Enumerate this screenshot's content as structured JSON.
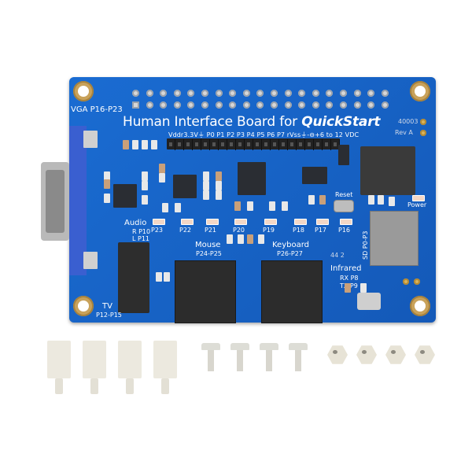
{
  "scene": {
    "subject": "Human Interface Board for QuickStart with nylon mounting hardware",
    "background_color": "#ffffff",
    "board_color": "#1565c8"
  },
  "board": {
    "title_plain": "Human Interface Board for ",
    "title_brand": "QuickStart",
    "part_number": "40003",
    "revision": "Rev  A",
    "header_label": "Vddr3.3V⏚ P0 P1 P2 P3 P4 P5 P6 P7 rVss⏚-⊖+6  to 12 VDC",
    "vga_label": "VGA P16-P23",
    "audio": {
      "title": "Audio",
      "r": "R  P10",
      "l": "L  P11"
    },
    "tv": {
      "title": "TV",
      "pins": "P12-P15"
    },
    "mouse": {
      "title": "Mouse",
      "pins": "P24-P25"
    },
    "keyboard": {
      "title": "Keyboard",
      "pins": "P26-P27"
    },
    "infrared": {
      "title": "Infrared",
      "rx": "RX  P8",
      "tx": "TX  P9"
    },
    "sd_label": "SD P0-P3",
    "reset_label": "Reset",
    "power_label": "Power",
    "misc_label": "44 2",
    "led_labels": [
      "P23",
      "P22",
      "P21",
      "P20",
      "P19",
      "P18",
      "P17",
      "P16"
    ]
  },
  "hardware": {
    "standoffs": 4,
    "screws": 4,
    "nuts": 4
  }
}
